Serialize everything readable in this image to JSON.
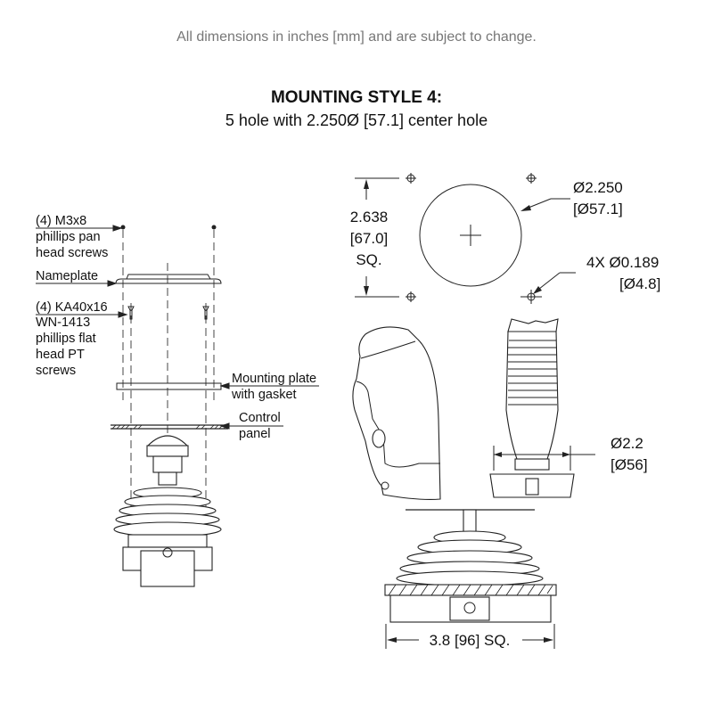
{
  "header": {
    "note": "All dimensions in inches [mm] and are subject to change."
  },
  "title": {
    "main": "MOUNTING STYLE 4:",
    "sub": "5 hole with 2.250Ø [57.1] center hole"
  },
  "exploded_view": {
    "labels": {
      "screws_pan": [
        "(4) M3x8",
        "phillips pan",
        "head screws"
      ],
      "nameplate": "Nameplate",
      "screws_flat": [
        "(4) KA40x16",
        "WN-1413",
        "phillips flat",
        "head PT",
        "screws"
      ],
      "mounting_plate": [
        "Mounting plate",
        "with gasket"
      ],
      "control_panel": [
        "Control",
        "panel"
      ]
    }
  },
  "cutout": {
    "square": [
      "2.638",
      "[67.0]",
      "SQ."
    ],
    "center_hole": [
      "Ø2.250",
      "[Ø57.1]"
    ],
    "mount_holes": [
      "4X Ø0.189",
      "[Ø4.8]"
    ]
  },
  "side_view": {
    "handle_dia": [
      "Ø2.2",
      "[Ø56]"
    ],
    "base_width": "3.8 [96] SQ."
  }
}
